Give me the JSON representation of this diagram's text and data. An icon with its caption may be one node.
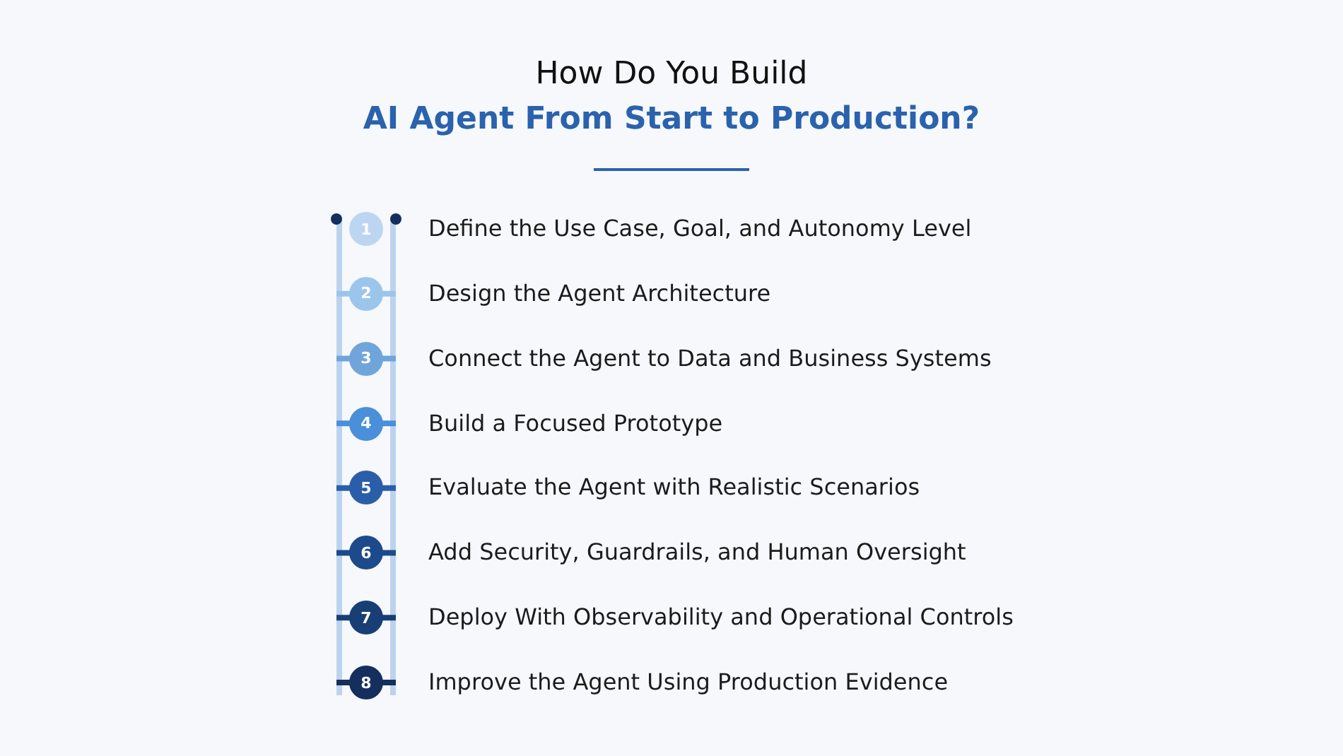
{
  "diagram": {
    "title": "How Do You Build",
    "labels": [
      "AI Agent From Start to Production?"
    ],
    "nodes": [
      {
        "text": [
          "1"
        ],
        "beside": [
          "Define the Use Case, Goal, and Autonomy Level"
        ]
      },
      {
        "text": [
          "2"
        ],
        "beside": [
          "Design the Agent Architecture"
        ]
      },
      {
        "text": [
          "3"
        ],
        "beside": [
          "Connect the Agent to Data and Business Systems"
        ]
      },
      {
        "text": [
          "4"
        ],
        "beside": [
          "Build a Focused Prototype"
        ]
      },
      {
        "text": [
          "5"
        ],
        "beside": [
          "Evaluate the Agent with Realistic Scenarios"
        ]
      },
      {
        "text": [
          "6"
        ],
        "beside": [
          "Add Security, Guardrails, and Human Oversight"
        ]
      },
      {
        "text": [
          "7"
        ],
        "beside": [
          "Deploy With Observability and Operational Controls"
        ]
      },
      {
        "text": [
          "8"
        ],
        "beside": [
          "Improve the Agent Using Production Evidence"
        ]
      }
    ]
  }
}
